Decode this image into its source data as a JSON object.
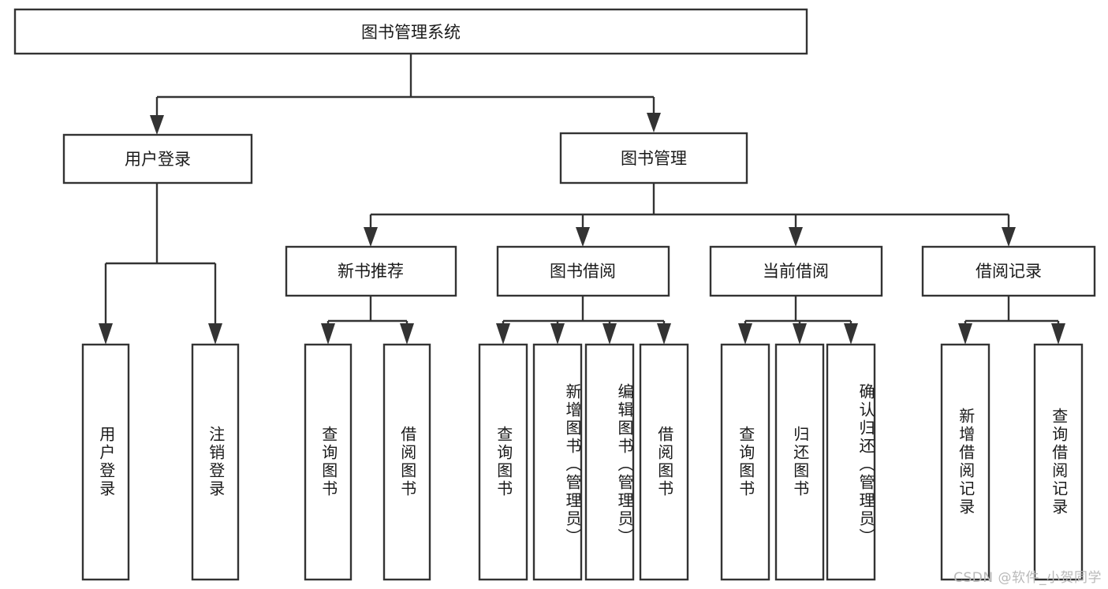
{
  "diagram": {
    "title": "图书管理系统",
    "type": "tree-hierarchy-diagram",
    "colors": {
      "box_stroke": "#333333",
      "box_fill": "#ffffff",
      "text": "#1a1a1a",
      "background": "#ffffff",
      "watermark": "#b9b9b9"
    },
    "root": {
      "label": "图书管理系统"
    },
    "level2": {
      "user_login": {
        "label": "用户登录"
      },
      "book_manage": {
        "label": "图书管理"
      }
    },
    "level3": {
      "new_book_recommend": {
        "label": "新书推荐"
      },
      "book_borrow": {
        "label": "图书借阅"
      },
      "current_borrow": {
        "label": "当前借阅"
      },
      "borrow_record": {
        "label": "借阅记录"
      }
    },
    "leaves": {
      "user_login": [
        {
          "label": "用户登录"
        },
        {
          "label": "注销登录"
        }
      ],
      "new_book_recommend": [
        {
          "label": "查询图书"
        },
        {
          "label": "借阅图书"
        }
      ],
      "book_borrow": [
        {
          "label": "查询图书"
        },
        {
          "label": "新增图书（管理员）"
        },
        {
          "label": "编辑图书（管理员）"
        },
        {
          "label": "借阅图书"
        }
      ],
      "current_borrow": [
        {
          "label": "查询图书"
        },
        {
          "label": "归还图书"
        },
        {
          "label": "确认归还（管理员）"
        }
      ],
      "borrow_record": [
        {
          "label": "新增借阅记录"
        },
        {
          "label": "查询借阅记录"
        }
      ]
    }
  },
  "watermark": {
    "text": "CSDN @软件_小贺同学"
  }
}
